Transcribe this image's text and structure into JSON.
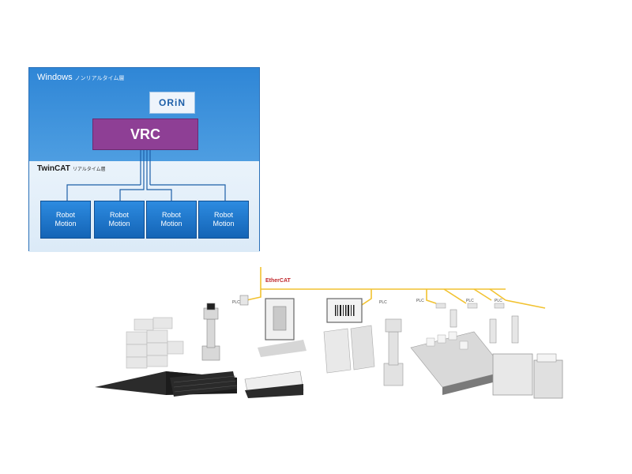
{
  "architecture": {
    "windows_label": "Windows",
    "windows_sub": "ノンリアルタイム層",
    "orin_label": "ORiN",
    "vrc_label": "VRC",
    "twincat_label": "TwinCAT",
    "twincat_sub": "リアルタイム層",
    "motion_blocks": [
      {
        "line1": "Robot",
        "line2": "Motion"
      },
      {
        "line1": "Robot",
        "line2": "Motion"
      },
      {
        "line1": "Robot",
        "line2": "Motion"
      },
      {
        "line1": "Robot",
        "line2": "Motion"
      }
    ]
  },
  "factory": {
    "bus_label": "EtherCAT",
    "node_labels": [
      "PLC",
      "PLC",
      "PLC",
      "PLC",
      "PLC"
    ]
  },
  "colors": {
    "panel_blue": "#3a8fdc",
    "vrc_purple": "#8e3f95",
    "motion_blue": "#1f78cf",
    "bus_yellow": "#f2c230"
  }
}
